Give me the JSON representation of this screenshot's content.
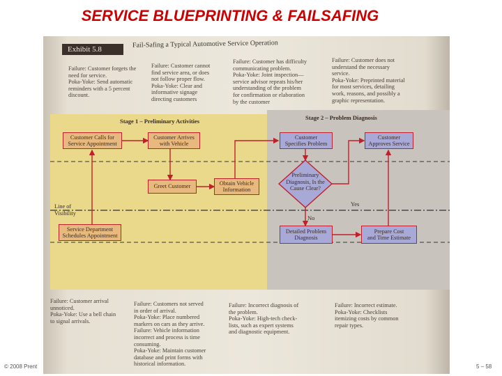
{
  "slide": {
    "title": "SERVICE BLUEPRINTING & FAILSAFING",
    "footer_left": "© 2008 Prent",
    "footer_right": "5 – 58"
  },
  "exhibit": {
    "label": "Exhibit 5.8",
    "title": "Fail-Safing a Typical Automotive Service Operation"
  },
  "annotations_top": [
    "Failure: Customer forgets the\nneed for service.\nPoka-Yoke: Send automatic\nreminders with a 5 percent\ndiscount.",
    "Failure: Customer cannot\nfind service area, or does\nnot follow proper flow.\nPoka-Yoke: Clear and\ninformative signage\ndirecting customers",
    "Failure: Customer has difficulty\ncommunicating problem.\nPoka-Yoke: Joint inspection—\nservice advisor repeats his/her\nunderstanding of the problem\nfor confirmation or elaboration\nby the customer",
    "Failure: Customer does not\nunderstand the necessary\nservice.\nPoka-Yoke: Preprinted material\nfor most services, detailing\nwork, reasons, and possibly a\ngraphic representation."
  ],
  "stages": {
    "stage1": "Stage 1 – Preliminary Activities",
    "stage2": "Stage 2 – Problem Diagnosis"
  },
  "steps": {
    "calls": "Customer Calls for\nService Appointment",
    "arrives": "Customer Arrives\nwith Vehicle",
    "specifies": "Customer\nSpecifies Problem",
    "approves": "Customer\nApproves Service",
    "greet": "Greet Customer",
    "obtain": "Obtain Vehicle\nInformation",
    "diagnosis": "Preliminary\nDiagnosis, Is the\nCause Clear?",
    "schedules": "Service Department\nSchedules Appointment",
    "detailed": "Detailed Problem\nDiagnosis",
    "estimate": "Prepare Cost\nand Time Estimate"
  },
  "line_of_visibility": "Line of\nVisibility",
  "decision": {
    "yes": "Yes",
    "no": "No"
  },
  "annotations_bottom": [
    "Failure: Customer arrival\nunnoticed.\nPoka-Yoke: Use a bell chain\nto signal arrivals.",
    "Failure: Customers not served\nin order of arrival.\nPoka-Yoke: Place numbered\nmarkers on cars as they arrive.\nFailure: Vehicle information\nincorrect and process is time\nconsuming.\nPoka-Yoke: Maintain customer\ndatabase and print forms with\nhistorical information.",
    "Failure: Incorrect diagnosis of\nthe problem.\nPoka-Yoke: High-tech check-\nlists, such as expert systems\nand diagnostic equipment.",
    "Failure: Incorrect estimate.\nPoka-Yoke: Checklists\nitemizing costs by common\nrepair types."
  ]
}
